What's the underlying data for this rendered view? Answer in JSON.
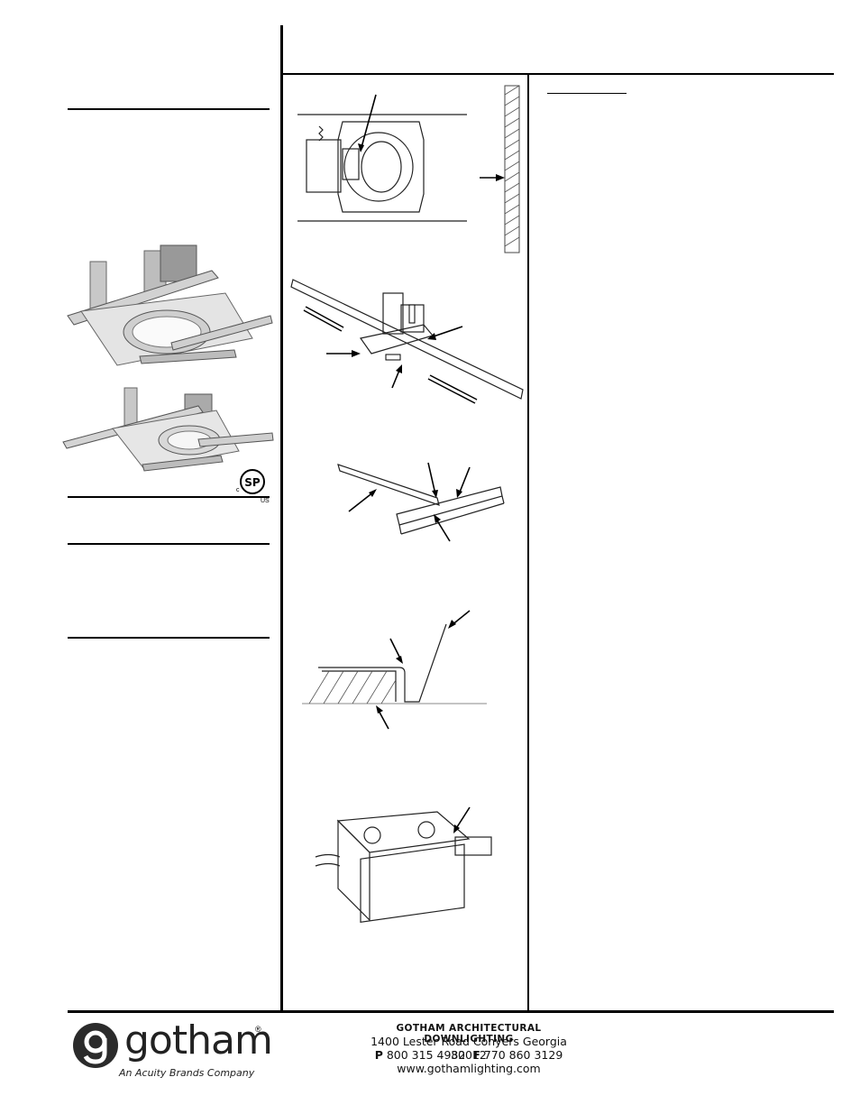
{
  "certification": {
    "csa_c": "c",
    "csa_us": "US"
  },
  "footer": {
    "brand": "gotham",
    "registered": "®",
    "subbrand": "An Acuity Brands Company",
    "company": "GOTHAM ARCHITECTURAL DOWNLIGHTING",
    "address": "1400 Lester Road  Conyers Georgia 30012",
    "phone_label": "P",
    "phone": "800 315 4982",
    "fax_label": "F",
    "fax": "770 860 3129",
    "website": "www.gothamlighting.com"
  },
  "colors": {
    "rule": "#000000",
    "logo_dark": "#2b2b2b",
    "drawing_line": "#222222"
  },
  "icons": [
    "gotham-g-logo-icon",
    "csa-mark-icon",
    "arrow-icon"
  ]
}
